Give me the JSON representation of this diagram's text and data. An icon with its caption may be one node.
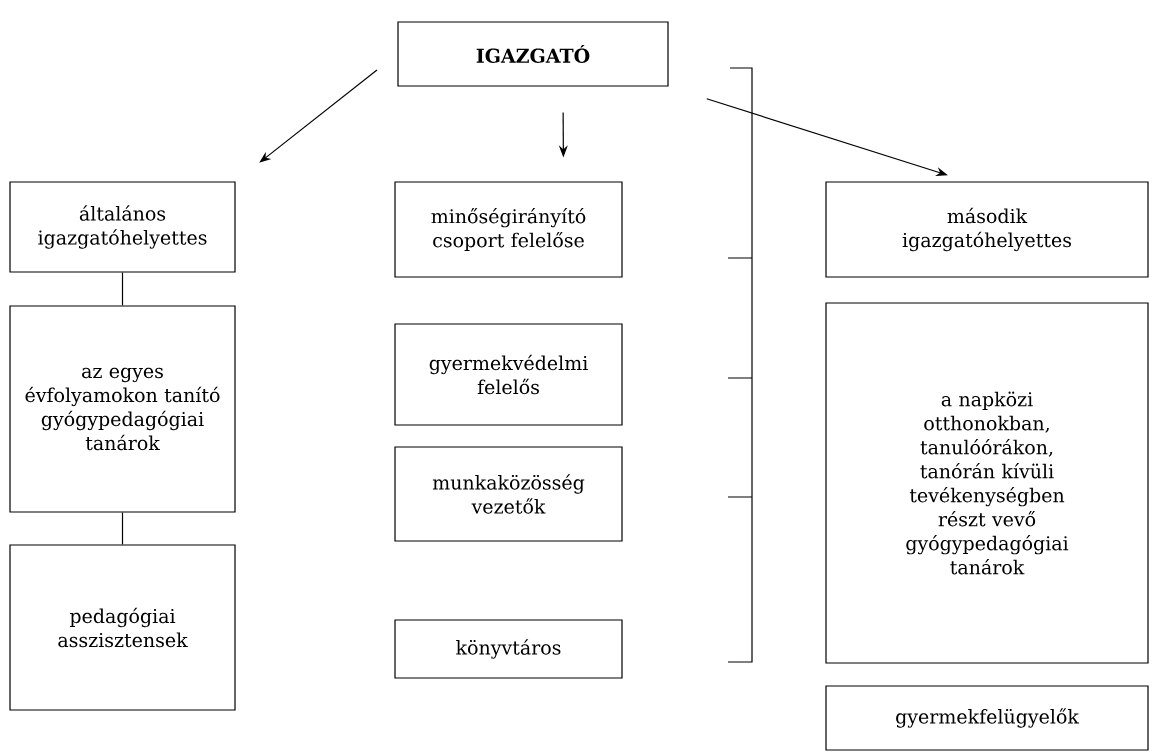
{
  "diagram": {
    "nodes": [
      {
        "text": [
          "**IGAZGATÓ**"
        ]
      },
      {
        "text": [
          "általános igazgatóhelyettes"
        ]
      },
      {
        "text": [
          "minőségirányító csoport felelőse"
        ]
      },
      {
        "text": [
          "második igazgatóhelyettes"
        ]
      },
      {
        "text": [
          "az egyes évfolyamokon tanító gyógypedagógiai tanárok"
        ]
      },
      {
        "text": [
          "gyermekvédelmi felelős"
        ]
      },
      {
        "text": [
          "munkaközösség vezetők"
        ]
      },
      {
        "text": [
          "a napközi otthonokban, tanulóórákon, tanórán kívüli tevékenységben részt vevő gyógypedagógiai tanárok"
        ]
      },
      {
        "text": [
          "pedagógiai asszisztensek"
        ]
      },
      {
        "text": [
          "könyvtáros"
        ]
      },
      {
        "text": [
          "gyermekfelügyelők"
        ]
      }
    ],
    "edges": [
      {
        "from": 0,
        "to": 1,
        "arrow": "to"
      },
      {
        "from": 0,
        "to": 2,
        "arrow": "to"
      },
      {
        "from": 0,
        "to": 3,
        "arrow": "to"
      },
      {
        "from": 1,
        "to": 4,
        "arrow": "none"
      },
      {
        "from": 4,
        "to": 8,
        "arrow": "none"
      }
    ]
  }
}
